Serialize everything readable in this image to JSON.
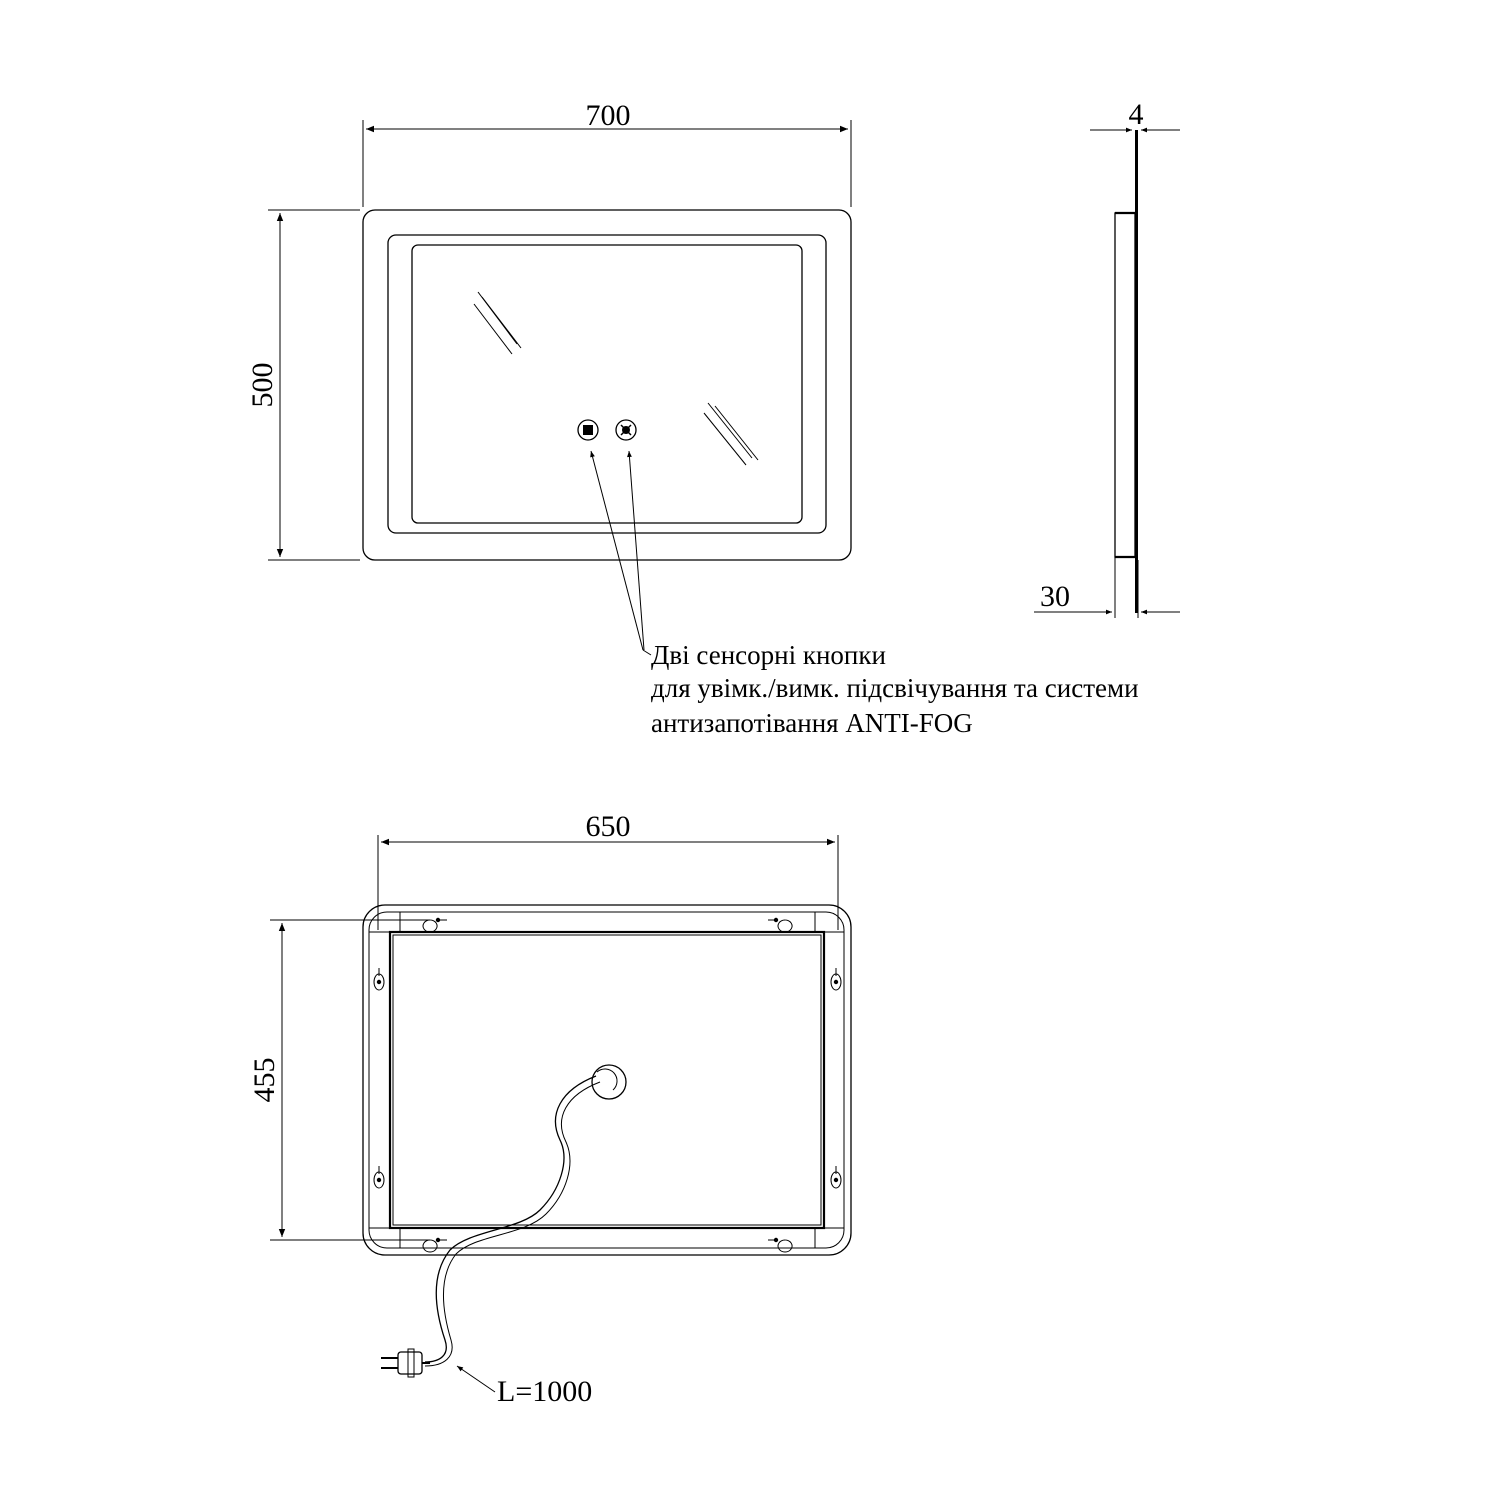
{
  "front_view": {
    "width_label": "700",
    "height_label": "500"
  },
  "side_view": {
    "glass_thickness_label": "4",
    "depth_label": "30"
  },
  "buttons_note": {
    "line1": "Дві сенсорні кнопки",
    "line2": "для увімк./вимк. підсвічування та системи",
    "line3": "антизапотівання ANTI-FOG"
  },
  "back_view": {
    "width_label": "650",
    "height_label": "455",
    "cable_label": "L=1000"
  }
}
